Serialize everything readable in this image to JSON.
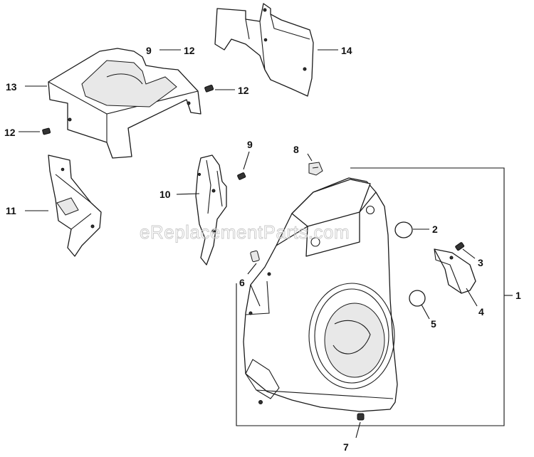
{
  "watermark": "eReplacementParts.com",
  "callouts": {
    "c1": "1",
    "c2": "2",
    "c3": "3",
    "c4": "4",
    "c5": "5",
    "c6": "6",
    "c7": "7",
    "c8": "8",
    "c9a": "9",
    "c12a": "12",
    "c9b": "9",
    "c10": "10",
    "c11": "11",
    "c12b": "12",
    "c12c": "12",
    "c13": "13",
    "c14": "14"
  }
}
